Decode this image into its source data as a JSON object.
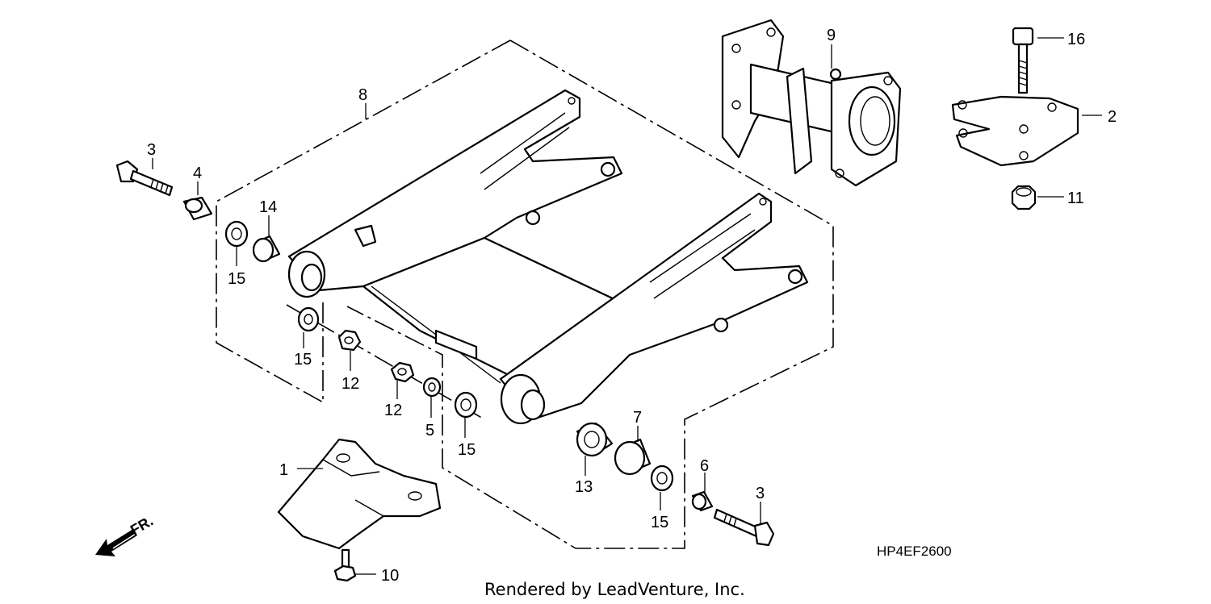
{
  "diagram_code": "HP4EF2600",
  "credit": "Rendered by LeadVenture, Inc.",
  "front_marker": "FR.",
  "callouts": {
    "c1": "1",
    "c2": "2",
    "c3a": "3",
    "c3b": "3",
    "c4": "4",
    "c5": "5",
    "c6": "6",
    "c7": "7",
    "c8": "8",
    "c9": "9",
    "c10": "10",
    "c11": "11",
    "c12a": "12",
    "c12b": "12",
    "c13": "13",
    "c14": "14",
    "c15a": "15",
    "c15b": "15",
    "c15c": "15",
    "c15d": "15",
    "c16": "16"
  }
}
